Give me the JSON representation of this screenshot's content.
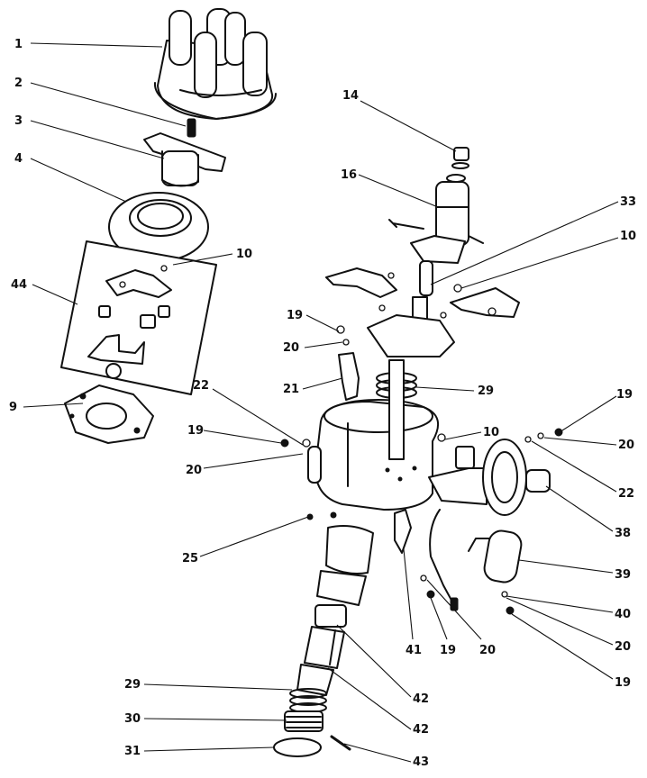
{
  "callouts": [
    {
      "key": "c1",
      "text": "1"
    },
    {
      "key": "c2",
      "text": "2"
    },
    {
      "key": "c3",
      "text": "3"
    },
    {
      "key": "c4",
      "text": "4"
    },
    {
      "key": "c10a",
      "text": "10"
    },
    {
      "key": "c44",
      "text": "44"
    },
    {
      "key": "c9",
      "text": "9"
    },
    {
      "key": "c14",
      "text": "14"
    },
    {
      "key": "c16",
      "text": "16"
    },
    {
      "key": "c33",
      "text": "33"
    },
    {
      "key": "c10b",
      "text": "10"
    },
    {
      "key": "c19a",
      "text": "19"
    },
    {
      "key": "c20a",
      "text": "20"
    },
    {
      "key": "c21",
      "text": "21"
    },
    {
      "key": "c29a",
      "text": "29"
    },
    {
      "key": "c22a",
      "text": "22"
    },
    {
      "key": "c19b",
      "text": "19"
    },
    {
      "key": "c20b",
      "text": "20"
    },
    {
      "key": "c10c",
      "text": "10"
    },
    {
      "key": "c19c",
      "text": "19"
    },
    {
      "key": "c20c",
      "text": "20"
    },
    {
      "key": "c22b",
      "text": "22"
    },
    {
      "key": "c25",
      "text": "25"
    },
    {
      "key": "c38",
      "text": "38"
    },
    {
      "key": "c39",
      "text": "39"
    },
    {
      "key": "c40",
      "text": "40"
    },
    {
      "key": "c20d",
      "text": "20"
    },
    {
      "key": "c19d",
      "text": "19"
    },
    {
      "key": "c41",
      "text": "41"
    },
    {
      "key": "c19e",
      "text": "19"
    },
    {
      "key": "c20e",
      "text": "20"
    },
    {
      "key": "c42a",
      "text": "42"
    },
    {
      "key": "c42b",
      "text": "42"
    },
    {
      "key": "c29b",
      "text": "29"
    },
    {
      "key": "c30",
      "text": "30"
    },
    {
      "key": "c31",
      "text": "31"
    },
    {
      "key": "c43",
      "text": "43"
    }
  ]
}
